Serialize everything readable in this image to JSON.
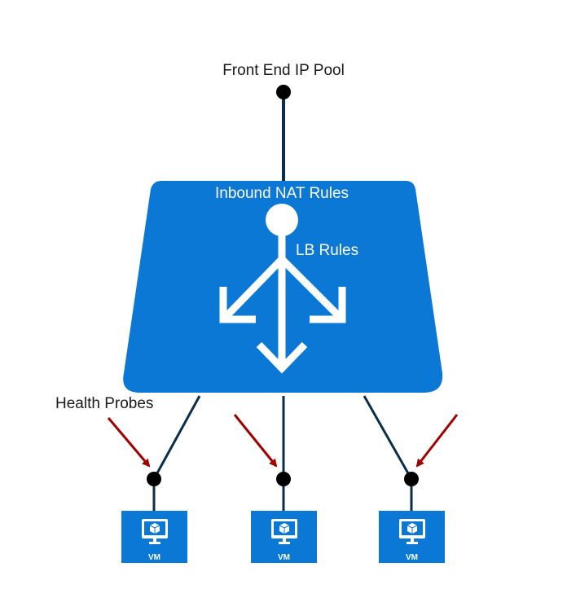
{
  "labels": {
    "frontend": "Front End IP Pool",
    "nat": "Inbound NAT Rules",
    "lb": "LB Rules",
    "probes": "Health Probes"
  },
  "vms": [
    {
      "label": "VM"
    },
    {
      "label": "VM"
    },
    {
      "label": "VM"
    }
  ],
  "colors": {
    "lb_body": "#0a78d4",
    "connector": "#0d2e4a",
    "probe_arrow": "#a00000",
    "vm_tile": "#0a78d4"
  },
  "icons": {
    "frontend_node": "dot",
    "load_balancer": "lb-distribution-arrows",
    "vm": "monitor-with-cube-icon"
  }
}
